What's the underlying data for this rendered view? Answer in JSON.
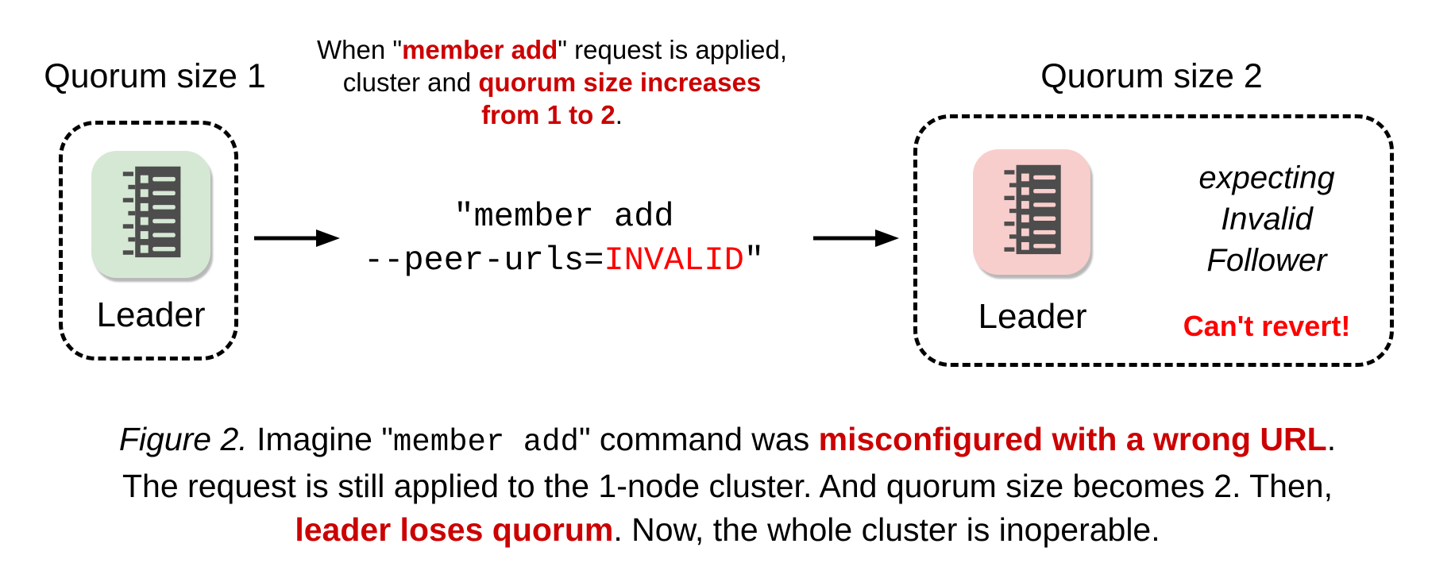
{
  "diagram": {
    "left": {
      "title": "Quorum size 1",
      "node_label": "Leader"
    },
    "middle": {
      "note": {
        "l1a": "When \"",
        "l1b": "member add",
        "l1c": "\" request is applied,",
        "l2a": "cluster and ",
        "l2b": "quorum size increases",
        "l3a": "from 1 to 2",
        "l3b": "."
      },
      "command": {
        "l1": "\"member add",
        "l2a": "--peer-urls=",
        "l2b": "INVALID",
        "l2c": "\""
      }
    },
    "right": {
      "title": "Quorum size 2",
      "node_label": "Leader",
      "expecting": [
        "expecting",
        "Invalid",
        "Follower"
      ],
      "warning": "Can't revert!"
    }
  },
  "caption": {
    "fig_label": "Figure 2.",
    "l1a": " Imagine \"",
    "l1_code": "member add",
    "l1b": "\" command was ",
    "l1_em": "misconfigured with a wrong URL",
    "l1c": ".",
    "l2": "The request is still applied to the 1-node cluster. And quorum size becomes 2. Then,",
    "l3_em": "leader loses quorum",
    "l3a": ". Now, the whole cluster is inoperable."
  },
  "colors": {
    "dark_red": "#CC0000",
    "bright_red": "#FF0000",
    "node_green": "#D5E8D4",
    "node_pink": "#F8CECC",
    "glyph_gray": "#4D4D4D"
  }
}
